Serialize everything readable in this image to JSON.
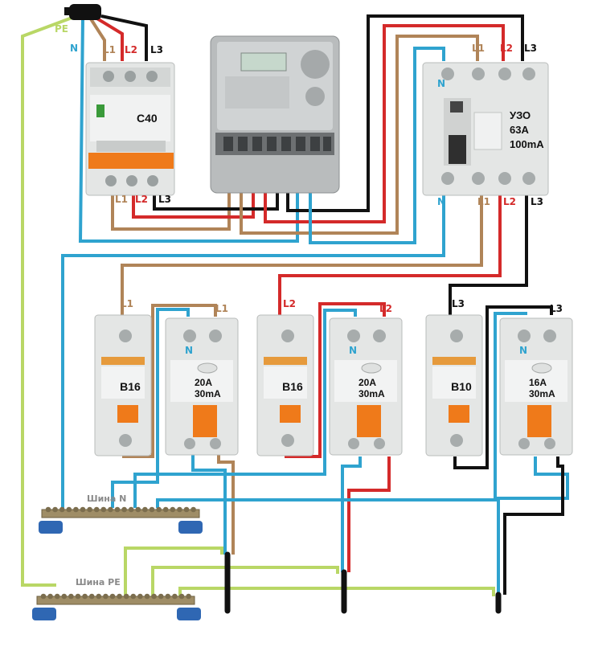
{
  "colors": {
    "phase_l1": "#b08458",
    "phase_l2": "#d42a2a",
    "phase_l3": "#111111",
    "neutral": "#2fa3cf",
    "pe": "#b9d766",
    "device_body": "#e4e6e5",
    "handle": "#ef7a1a",
    "bus_base": "#2f67b3"
  },
  "input": {
    "pe": "PE",
    "n": "N",
    "l1": "L1",
    "l2": "L2",
    "l3": "L3"
  },
  "main_breaker": {
    "rating": "C40",
    "top_l1": "L1",
    "top_l2": "L2",
    "top_l3": "L3",
    "bottom_l1": "L1",
    "bottom_l2": "L2",
    "bottom_l3": "L3"
  },
  "meter": {},
  "rcd_main": {
    "line1": "УЗО",
    "line2": "63А",
    "line3": "100mA",
    "top_n": "N",
    "top_l1": "L1",
    "top_l2": "L2",
    "top_l3": "L3",
    "bottom_n": "N",
    "bottom_l1": "L1",
    "bottom_l2": "L2",
    "bottom_l3": "L3"
  },
  "groups": [
    {
      "breaker": "B16",
      "breaker_phase": "L1",
      "rcd_line1": "20A",
      "rcd_line2": "30mA",
      "rcd_n": "N",
      "rcd_phase": "L1"
    },
    {
      "breaker": "B16",
      "breaker_phase": "L2",
      "rcd_line1": "20A",
      "rcd_line2": "30mA",
      "rcd_n": "N",
      "rcd_phase": "L2"
    },
    {
      "breaker": "B10",
      "breaker_phase": "L3",
      "rcd_line1": "16A",
      "rcd_line2": "30mA",
      "rcd_n": "N",
      "rcd_phase": "L3"
    }
  ],
  "buses": {
    "n_label": "Шина N",
    "pe_label": "Шина PE"
  },
  "icons": [
    "plug-icon",
    "terminal-screw-icon",
    "toggle-handle-icon",
    "test-button-icon"
  ]
}
